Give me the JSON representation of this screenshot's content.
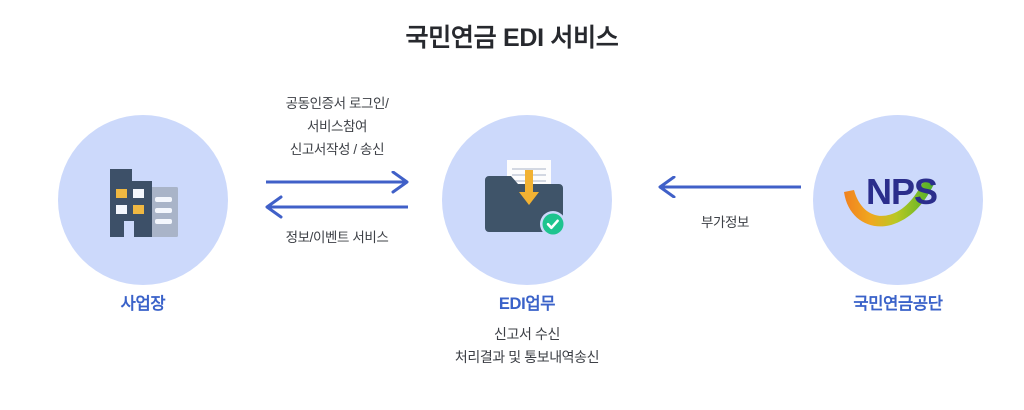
{
  "title": "국민연금 EDI 서비스",
  "colors": {
    "circle_fill": "#ccd9fb",
    "node_label": "#3a62c9",
    "arrow": "#4060c8",
    "title": "#27292e",
    "body_text": "#3d4046",
    "building_dark": "#3d5068",
    "building_light": "#a9b4c8",
    "window_yellow": "#f0b842",
    "folder": "#3f5469",
    "arrow_down_yellow": "#f2b233",
    "check_green": "#1ec48f",
    "nps_navy": "#2b2e8c",
    "nps_orange": "#f08c22",
    "nps_green": "#5eb52a"
  },
  "nodes": [
    {
      "id": "workplace",
      "icon": "office-building-icon",
      "label": "사업장",
      "sub_lines": []
    },
    {
      "id": "edi",
      "icon": "folder-download-check-icon",
      "label": "EDI업무",
      "sub_lines": [
        "신고서 수신",
        "처리결과 및 통보내역송신"
      ]
    },
    {
      "id": "nps",
      "icon": "nps-logo-icon",
      "label": "국민연금공단",
      "sub_lines": []
    }
  ],
  "flows": [
    {
      "id": "workplace-to-edi",
      "direction": "right",
      "caption_lines": [
        "공동인증서 로그인/",
        "서비스참여",
        "신고서작성 / 송신"
      ]
    },
    {
      "id": "edi-to-workplace",
      "direction": "left",
      "caption_lines": [
        "정보/이벤트 서비스"
      ]
    },
    {
      "id": "nps-to-edi",
      "direction": "left",
      "caption_lines": [
        "부가정보"
      ]
    }
  ],
  "nps_logo": {
    "text": "NPS"
  }
}
